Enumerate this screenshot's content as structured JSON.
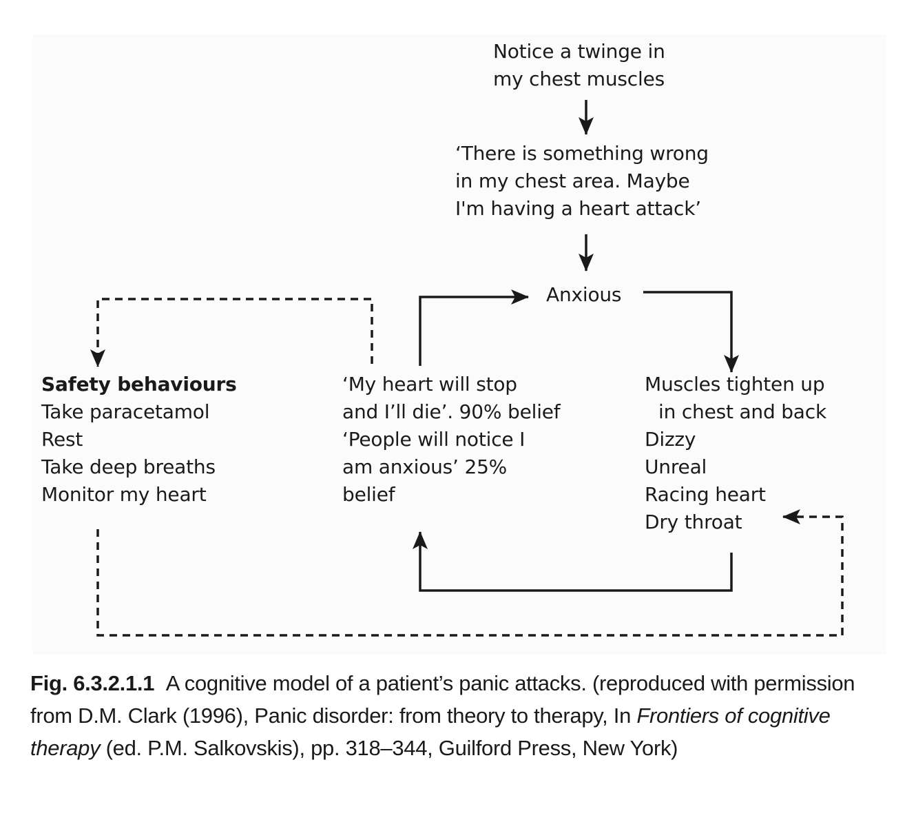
{
  "diagram": {
    "trigger": {
      "lines": [
        "Notice a twinge in",
        "my chest muscles"
      ]
    },
    "interpretation": {
      "lines": [
        "‘There is something wrong",
        "in my chest area. Maybe",
        "I'm having a heart attack’"
      ]
    },
    "emotion": {
      "label": "Anxious"
    },
    "safety_behaviours": {
      "title": "Safety behaviours",
      "items": [
        "Take paracetamol",
        "Rest",
        "Take deep breaths",
        "Monitor my heart"
      ]
    },
    "beliefs": {
      "lines": [
        "‘My heart will stop",
        "and I’ll die’. 90% belief",
        "‘People will notice I",
        "am anxious’ 25%",
        "belief"
      ]
    },
    "symptoms": {
      "lines": [
        "Muscles tighten up",
        "in chest and back",
        "Dizzy",
        "Unreal",
        "Racing heart",
        "Dry throat"
      ]
    }
  },
  "caption": {
    "label": "Fig. 6.3.2.1.1",
    "text_1": "A cognitive model of a patient’s panic attacks. (reproduced with permission from D.M. Clark (1996), Panic disorder: from theory to therapy, In ",
    "italic": "Frontiers of cognitive therapy",
    "text_2": " (ed. P.M. Salkovskis), pp. 318–344, Guilford Press, New York)"
  }
}
